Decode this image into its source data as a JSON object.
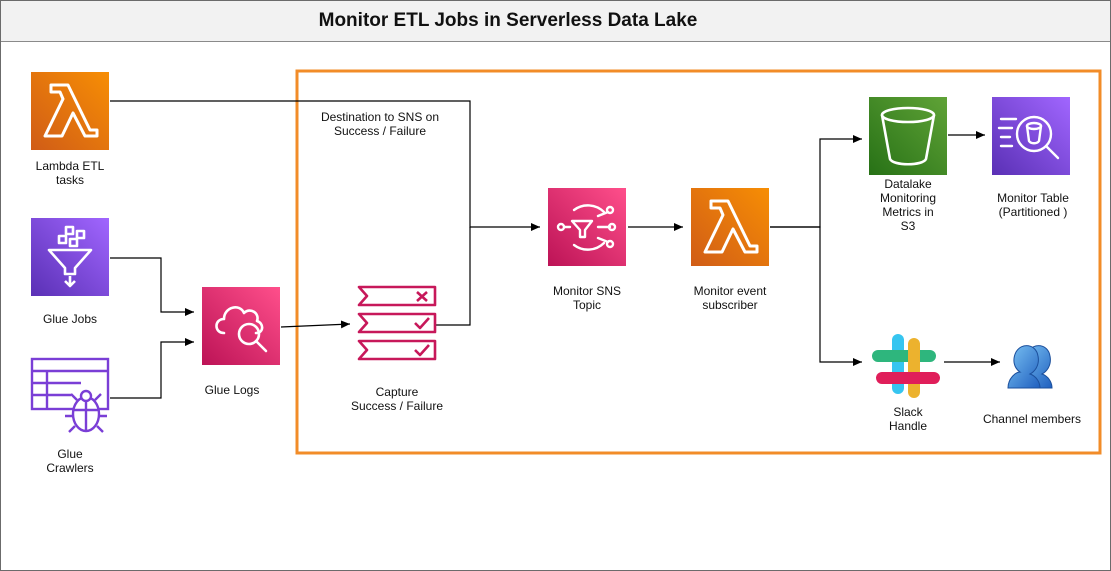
{
  "title": "Monitor ETL Jobs in Serverless Data Lake",
  "colors": {
    "lambda_orange_top": "#F78E04",
    "lambda_orange_bottom": "#D05C17",
    "glue_purple_top": "#A166FF",
    "glue_purple_bottom": "#5A30B5",
    "pink_top": "#FF4F8B",
    "pink_bottom": "#BC1356",
    "s3_green_top": "#60A337",
    "s3_green_bottom": "#277116",
    "boundary_orange": "#F28C28",
    "capture_red": "#C7185A"
  },
  "nodes": {
    "lambda_etl": {
      "label": "Lambda ETL\ntasks",
      "icon": "lambda-icon"
    },
    "glue_jobs": {
      "label": "Glue Jobs",
      "icon": "glue-funnel-icon"
    },
    "glue_crawlers": {
      "label": "Glue\nCrawlers",
      "icon": "glue-crawler-icon"
    },
    "glue_logs": {
      "label": "Glue Logs",
      "icon": "cloudwatch-logs-icon"
    },
    "capture": {
      "label": "Capture\nSuccess / Failure",
      "icon": "checklist-icon"
    },
    "sns_topic": {
      "label": "Monitor SNS\nTopic",
      "icon": "sns-icon"
    },
    "event_subscriber": {
      "label": "Monitor event\nsubscriber",
      "icon": "lambda-icon"
    },
    "s3_metrics": {
      "label": "Datalake\nMonitoring\nMetrics in\nS3",
      "icon": "s3-bucket-icon"
    },
    "monitor_table": {
      "label": "Monitor Table\n(Partitioned )",
      "icon": "athena-icon"
    },
    "slack": {
      "label": "Slack\nHandle",
      "icon": "slack-icon"
    },
    "channel_members": {
      "label": "Channel members",
      "icon": "users-icon"
    }
  },
  "edge_labels": {
    "destination": "Destination to SNS on\nSuccess / Failure"
  }
}
